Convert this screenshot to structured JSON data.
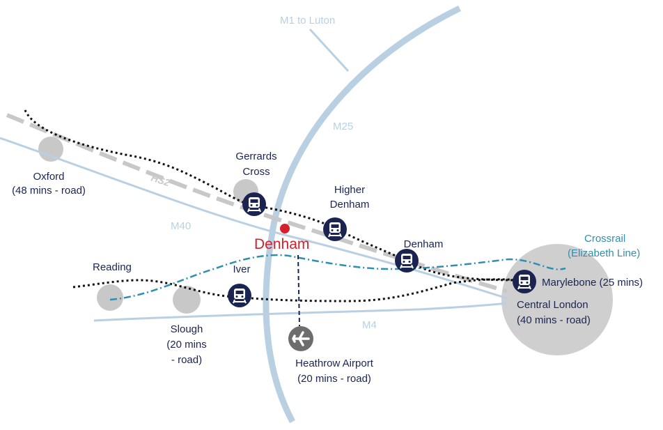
{
  "roads": {
    "m1": "M1 to Luton",
    "m25": "M25",
    "m40": "M40",
    "m4": "M4"
  },
  "hs2": {
    "label": "HS2"
  },
  "crossrail": {
    "line1": "Crossrail",
    "line2": "(Elizabeth Line)"
  },
  "places": {
    "oxford": {
      "name": "Oxford",
      "time": "(48 mins - road)"
    },
    "gerrards_cross": {
      "line1": "Gerrards",
      "line2": "Cross"
    },
    "higher_denham": {
      "line1": "Higher",
      "line2": "Denham"
    },
    "denham_station": {
      "name": "Denham"
    },
    "denham": {
      "name": "Denham"
    },
    "reading": {
      "name": "Reading"
    },
    "iver": {
      "name": "Iver"
    },
    "slough": {
      "name": "Slough",
      "line2": "(20 mins",
      "line3": "- road)"
    },
    "heathrow": {
      "name": "Heathrow Airport",
      "time": "(20 mins - road)"
    },
    "marylebone": {
      "name": "Marylebone (25 mins)"
    },
    "central_london": {
      "name": "Central London",
      "time": "(40 mins - road)"
    }
  },
  "icons": {
    "station": "train-icon",
    "airport": "airplane-icon",
    "town": "town-circle",
    "location": "location-dot"
  },
  "colors": {
    "road": "#b9d0e3",
    "hs2": "#c8c8c8",
    "rail": "#111111",
    "crossrail": "#2f8fb0",
    "station_fill": "#1b2451",
    "town_fill": "#c8c8c8",
    "denham_marker": "#d3202a",
    "text": "#1b2451"
  }
}
